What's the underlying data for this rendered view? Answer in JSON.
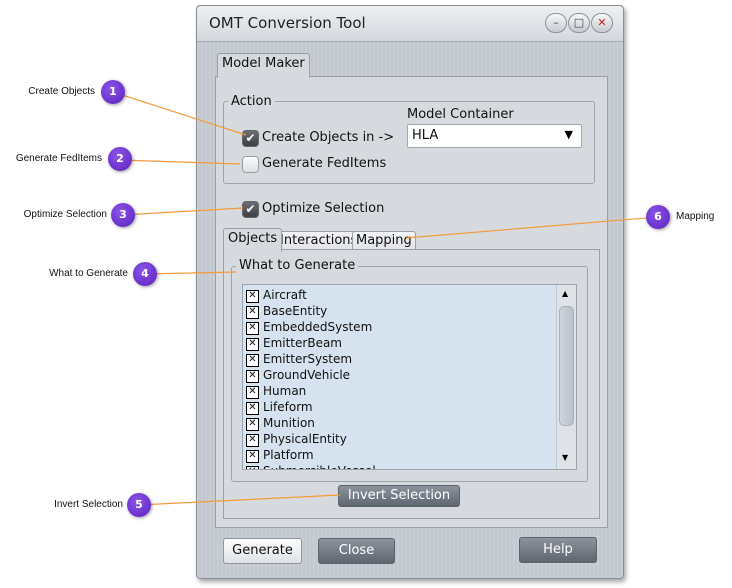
{
  "window": {
    "title": "OMT Conversion Tool",
    "controls": [
      "minimize",
      "maximize",
      "close"
    ]
  },
  "main_tab": "Model Maker",
  "action": {
    "group_label": "Action",
    "create_objects": {
      "label": "Create Objects in ->",
      "checked": true
    },
    "generate_feditems": {
      "label": "Generate FedItems",
      "checked": false
    },
    "model_container_label": "Model Container",
    "model_container_value": "HLA"
  },
  "optimize_selection": {
    "label": "Optimize Selection",
    "checked": true
  },
  "sub_tabs": [
    "Objects",
    "Interactions",
    "Mapping"
  ],
  "active_sub_tab": "Objects",
  "what_to_generate": {
    "label": "What to Generate",
    "items": [
      "Aircraft",
      "BaseEntity",
      "EmbeddedSystem",
      "EmitterBeam",
      "EmitterSystem",
      "GroundVehicle",
      "Human",
      "Lifeform",
      "Munition",
      "PhysicalEntity",
      "Platform",
      "SubmersibleVessel"
    ]
  },
  "invert_selection": "Invert Selection",
  "buttons": {
    "generate": "Generate",
    "close": "Close",
    "help": "Help"
  },
  "callouts": [
    {
      "n": "1",
      "label": "Create Objects"
    },
    {
      "n": "2",
      "label": "Generate FedItems"
    },
    {
      "n": "3",
      "label": "Optimize Selection"
    },
    {
      "n": "4",
      "label": "What to Generate"
    },
    {
      "n": "5",
      "label": "Invert Selection"
    },
    {
      "n": "6",
      "label": "Mapping"
    }
  ],
  "colors": {
    "callout": "#6a2fd0",
    "leader_line": "#f39a3c"
  }
}
